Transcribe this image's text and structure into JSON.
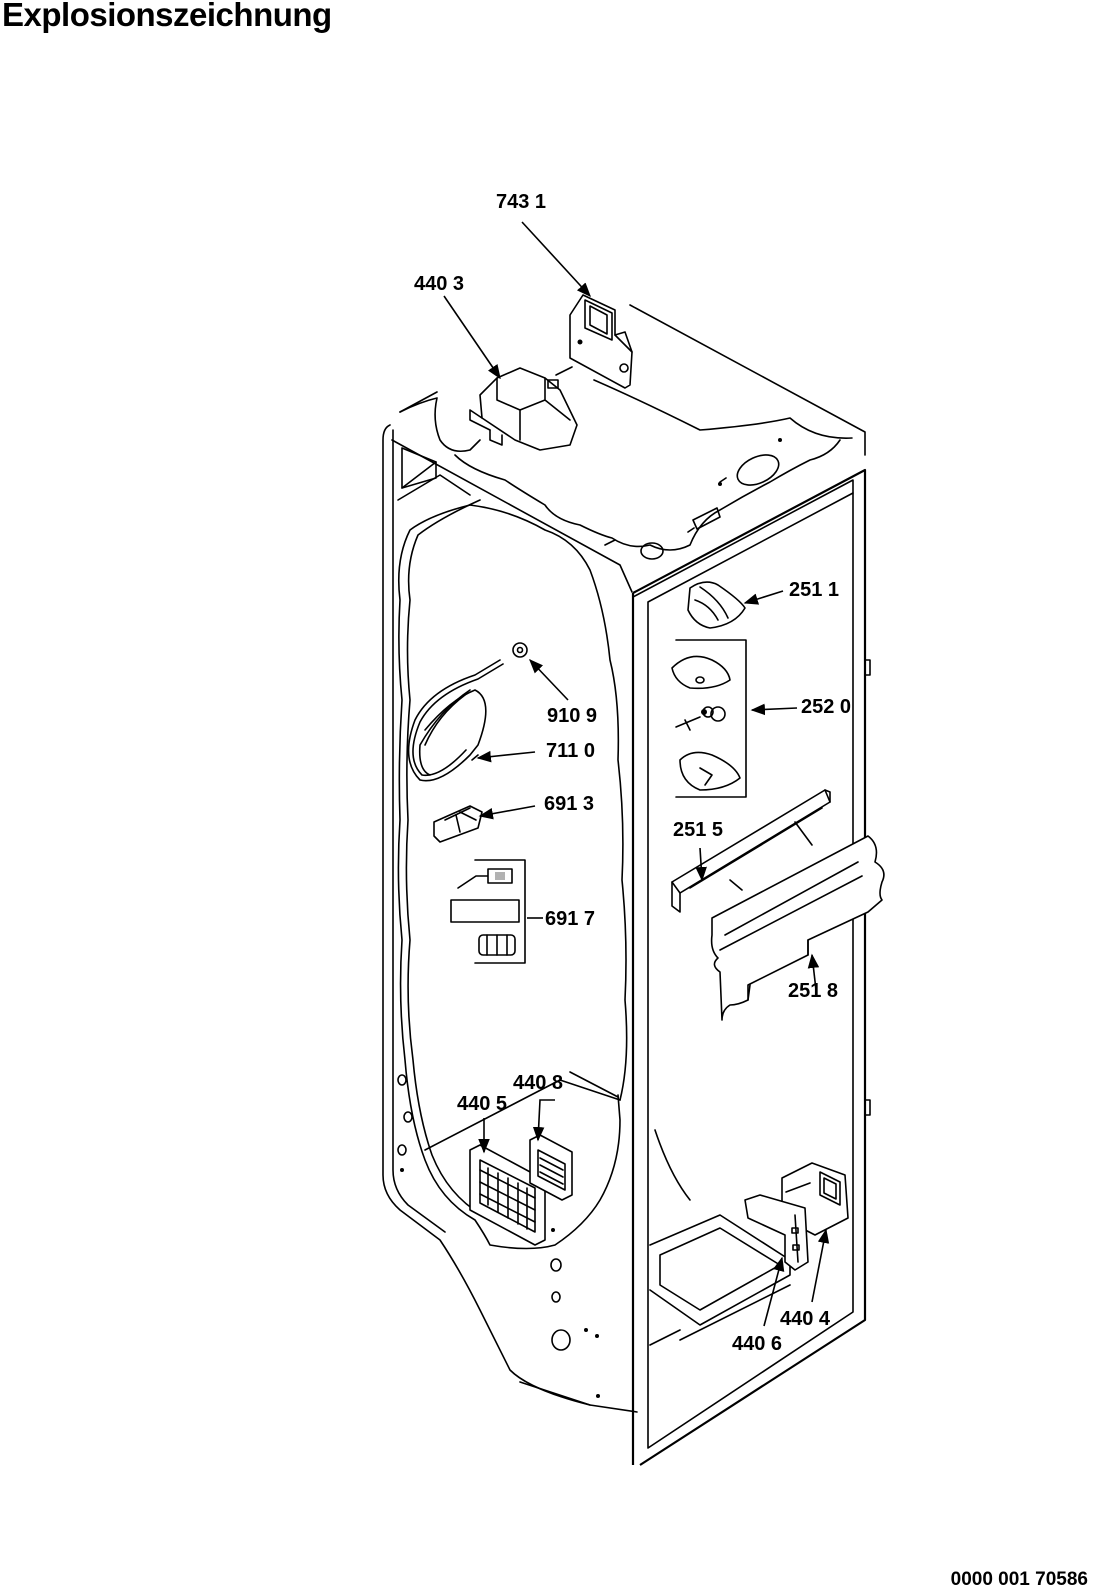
{
  "title": "Explosionszeichnung",
  "document_number": "0000 001 70586",
  "parts": [
    {
      "id": "p7431",
      "label": "743 1"
    },
    {
      "id": "p4403",
      "label": "440 3"
    },
    {
      "id": "p2511",
      "label": "251 1"
    },
    {
      "id": "p2520",
      "label": "252 0"
    },
    {
      "id": "p9109",
      "label": "910 9"
    },
    {
      "id": "p7110",
      "label": "711 0"
    },
    {
      "id": "p6913",
      "label": "691 3"
    },
    {
      "id": "p2515",
      "label": "251 5"
    },
    {
      "id": "p6917",
      "label": "691 7"
    },
    {
      "id": "p2518",
      "label": "251 8"
    },
    {
      "id": "p4408",
      "label": "440 8"
    },
    {
      "id": "p4405",
      "label": "440 5"
    },
    {
      "id": "p4404",
      "label": "440 4"
    },
    {
      "id": "p4406",
      "label": "440 6"
    }
  ]
}
